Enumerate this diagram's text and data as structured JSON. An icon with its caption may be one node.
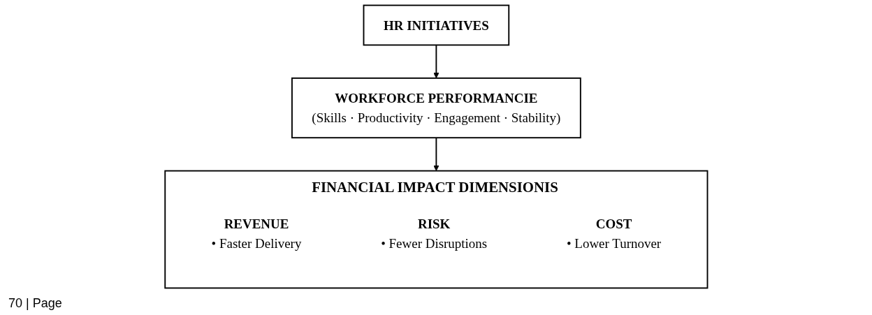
{
  "diagram": {
    "nodes": [
      {
        "text": [
          "HR INITIATIVES"
        ]
      },
      {
        "text": [
          "WORKFORCE PERFORMANCIE",
          "(Skills · Productivity · Engagement · Stability)"
        ]
      },
      {
        "text": [
          "FINANCIAL IMPACT DIMENSIONIS"
        ]
      },
      {
        "text": [
          "REVENUE",
          "• Faster Delivery"
        ],
        "in": 2
      },
      {
        "text": [
          "RISK",
          "• Fewer Disruptions"
        ],
        "in": 2
      },
      {
        "text": [
          "COST",
          "• Lower Turnover"
        ],
        "in": 2
      }
    ],
    "edges": [
      {
        "from": 0,
        "to": 1,
        "arrow": "to"
      },
      {
        "from": 1,
        "to": 2,
        "arrow": "to"
      }
    ],
    "labels": [
      "70 | Page"
    ]
  }
}
